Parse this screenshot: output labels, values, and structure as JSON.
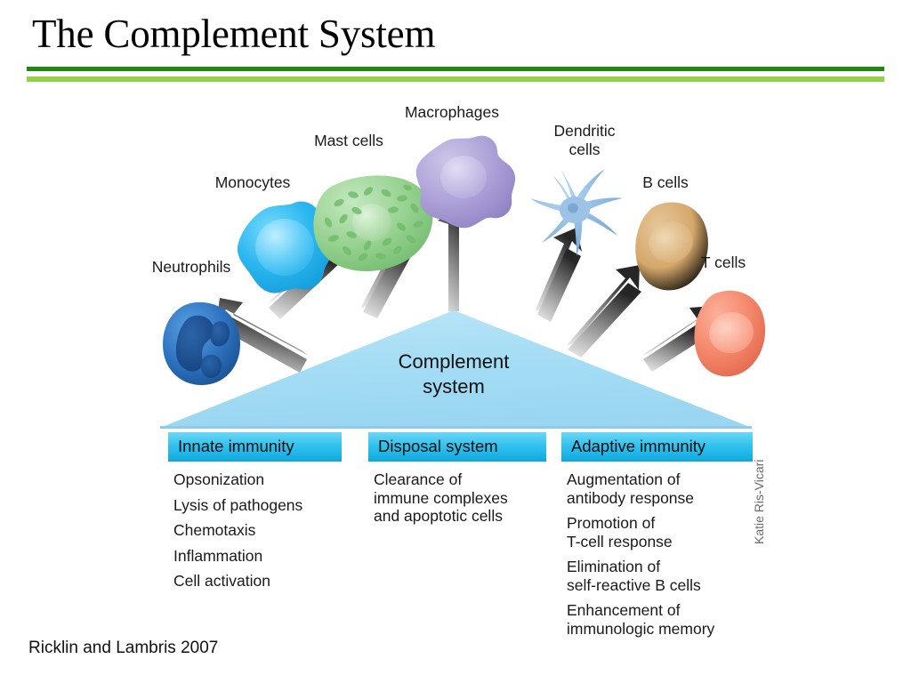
{
  "slide": {
    "title": "The Complement System",
    "citation": "Ricklin and Lambris 2007",
    "credit": "Katie Ris-Vicari",
    "rule_dark_color": "#1b8a0d",
    "rule_light_color": "#93d04f"
  },
  "diagram": {
    "center_label": "Complement\nsystem",
    "triangle_color": "#a5ddf5",
    "arrow_color_start": "#e8e8e8",
    "arrow_color_end": "#2b2b2b",
    "cells": [
      {
        "id": "neutrophils",
        "label": "Neutrophils",
        "color": "#2b6fc0"
      },
      {
        "id": "monocytes",
        "label": "Monocytes",
        "color": "#2ab5ef"
      },
      {
        "id": "mast-cells",
        "label": "Mast cells",
        "color": "#90cf8e"
      },
      {
        "id": "macrophages",
        "label": "Macrophages",
        "color": "#a99ed4"
      },
      {
        "id": "dendritic-cells",
        "label": "Dendritic\ncells",
        "color": "#8fb9e0"
      },
      {
        "id": "b-cells",
        "label": "B cells",
        "color": "#d6a96c"
      },
      {
        "id": "t-cells",
        "label": "T cells",
        "color": "#f2866a"
      }
    ]
  },
  "columns": [
    {
      "id": "innate-immunity",
      "header": "Innate immunity",
      "items": [
        "Opsonization",
        "Lysis of pathogens",
        "Chemotaxis",
        "Inflammation",
        "Cell activation"
      ]
    },
    {
      "id": "disposal-system",
      "header": "Disposal system",
      "items": [
        "Clearance of\nimmune complexes\nand apoptotic cells"
      ]
    },
    {
      "id": "adaptive-immunity",
      "header": "Adaptive immunity",
      "items": [
        "Augmentation of\nantibody response",
        "Promotion of\nT-cell response",
        "Elimination of\nself-reactive B cells",
        "Enhancement of\nimmunologic memory"
      ]
    }
  ]
}
